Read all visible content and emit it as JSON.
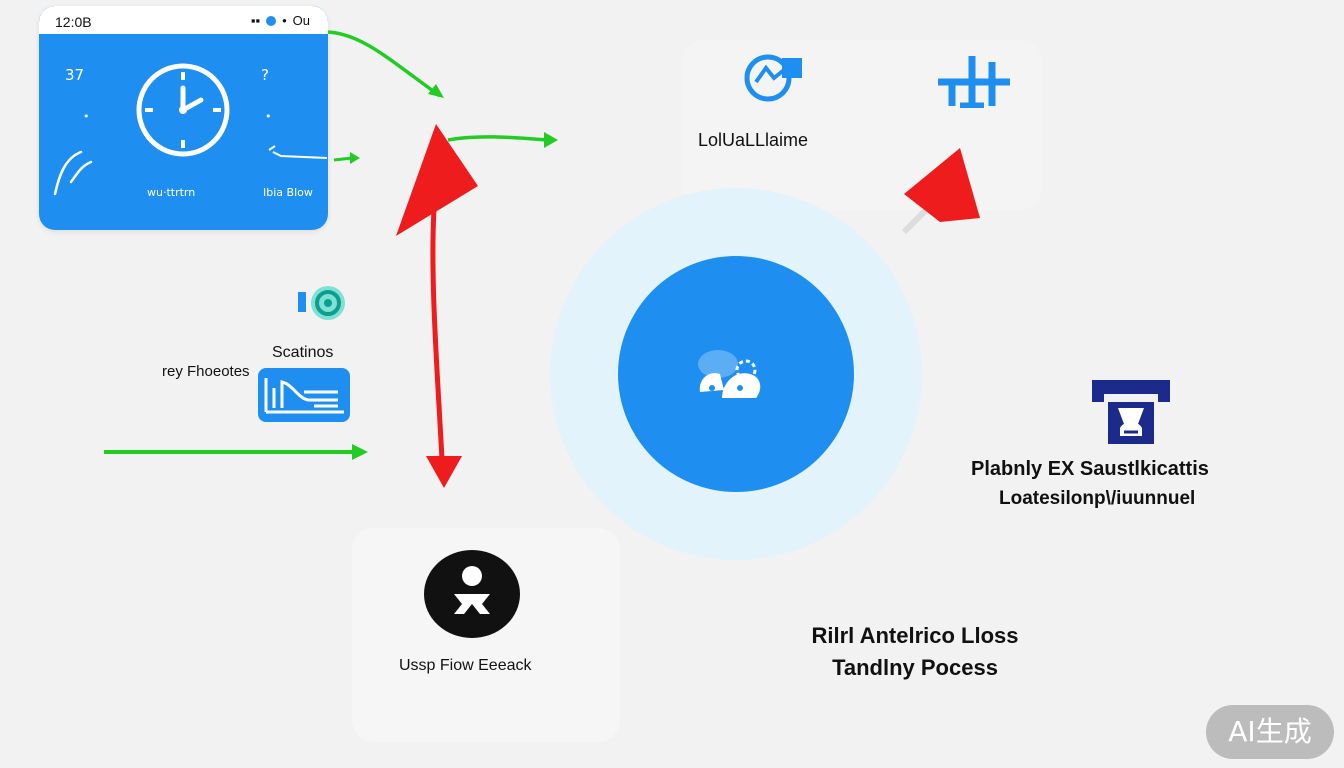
{
  "phone": {
    "status_time": "12:0B",
    "status_right": "Ou",
    "corner_tl": "37",
    "corner_tr": "?",
    "bottom_mid": "wu·ttrtrn",
    "bottom_right": "Ibia Blow"
  },
  "labels": {
    "top_center": "LolUaLLlaime",
    "settings": "Scatinos",
    "left_side": "rey Fhoeotes",
    "user_flow": "Ussp Fiow Eeeack",
    "right_block_line1": "Plabnly EX Saustlkicattis",
    "right_block_line2": "Loatesilonp\\/iuunnuel",
    "bottom_block_line1": "Rilrl Antelrico Lloss",
    "bottom_block_line2": "Tandlny Pocess"
  },
  "watermark": "AI生成",
  "colors": {
    "brand_blue": "#1e8ff0",
    "arrow_green": "#22cc22",
    "arrow_red": "#ee1c1c",
    "navy": "#1c2a8c",
    "teal": "#19c4b4"
  },
  "icons": [
    "clock-icon",
    "target-icon",
    "blueprint-icon",
    "person-icon",
    "network-icon",
    "chart-icon",
    "shield-icon"
  ]
}
